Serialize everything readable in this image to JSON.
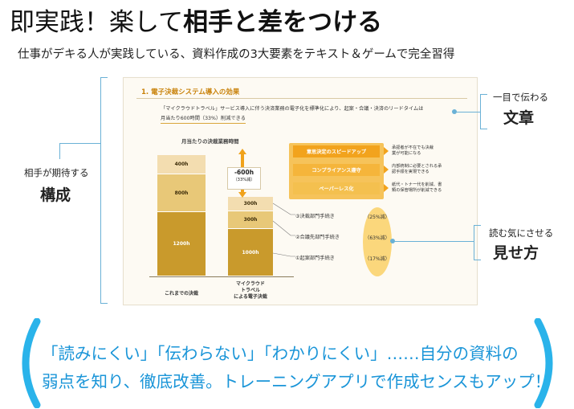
{
  "headline": {
    "part1": "即実践！楽して",
    "part2": "相手と差をつける"
  },
  "subtitle": "仕事がデキる人が実践している、資料作成の3大要素をテキスト＆ゲームで完全習得",
  "slide": {
    "title": "1. 電子決裁システム導入の効果",
    "text_line1": "「マイクラウドトラベル」サービス導入に伴う決済業務の電子化を標準化により、起案・合議・決済のリードタイムは",
    "text_line2": "月当たり600時間（33%）削減できる",
    "chart_title": "月当たりの決裁業務時間",
    "bars": [
      {
        "label": "これまでの決裁",
        "segments": [
          "400h",
          "800h",
          "1200h"
        ]
      },
      {
        "label_lines": [
          "マイクラウド",
          "トラベル",
          "による電子決裁"
        ],
        "segments": [
          "300h",
          "300h",
          "1000h"
        ]
      }
    ],
    "reduction": {
      "value": "-600h",
      "note": "（33%減）"
    },
    "benefits": [
      {
        "label": "意思決定のスピードアップ",
        "desc": [
          "承認者が不在でも決裁",
          "業が可能になる"
        ]
      },
      {
        "label": "コンプライアンス遵守",
        "desc": [
          "内部統制に必要とされる承",
          "認手順を実現できる"
        ]
      },
      {
        "label": "ペーパーレス化",
        "desc": [
          "紙代・トナー代を削減、書",
          "類の保管場所が削減できる"
        ]
      }
    ],
    "processes": [
      {
        "label": "③決裁部門手続き",
        "pct": "（25%減）"
      },
      {
        "label": "②合議先部門手続き",
        "pct": "（63%減）"
      },
      {
        "label": "①起案部門手続き",
        "pct": "（17%減）"
      }
    ]
  },
  "callouts": {
    "left": {
      "small": "相手が期待する",
      "big": "構成"
    },
    "right_top": {
      "small": "一目で伝わる",
      "big": "文章"
    },
    "right_bottom": {
      "small": "読む気にさせる",
      "big": "見せ方"
    }
  },
  "bottom": {
    "line1": "「読みにくい」「伝わらない」「わかりにくい」……自分の資料の",
    "line2": "弱点を知り、徹底改善。トレーニングアプリで作成センスもアップ！"
  },
  "colors": {
    "accent_blue": "#2ab3ea",
    "text_blue": "#1a95d8",
    "bar_light": "#f3ddb0",
    "bar_mid": "#e8c878",
    "bar_dark": "#c99a2c",
    "orange": "#f2a31d"
  }
}
